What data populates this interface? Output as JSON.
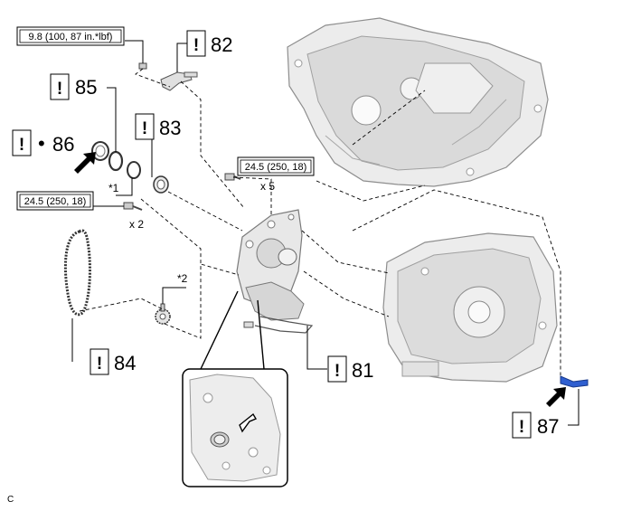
{
  "torque": {
    "t1": "9.8 (100, 87 in.*lbf)",
    "t2": "24.5 (250, 18)",
    "t3": "24.5 (250, 18)"
  },
  "callouts": {
    "c81": "81",
    "c82": "82",
    "c83": "83",
    "c84": "84",
    "c85": "85",
    "c86": "86",
    "c87": "87",
    "bullet86": "•",
    "exclaim": "!"
  },
  "multipliers": {
    "x5": "x 5",
    "x2": "x 2"
  },
  "notes": {
    "n1": "*1",
    "n2": "*2"
  },
  "corner_label": "C",
  "colors": {
    "line": "#000000",
    "part_fill": "#e6e6e6",
    "part_stroke": "#9a9a9a",
    "highlight": "#2f5fd0"
  }
}
